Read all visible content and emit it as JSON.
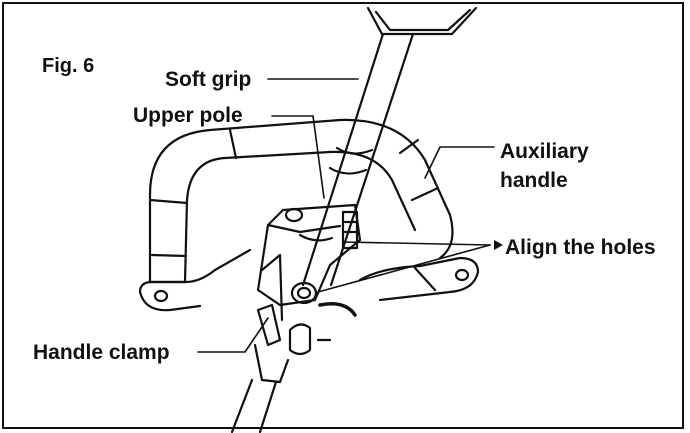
{
  "figure": {
    "number": "Fig. 6",
    "labels": {
      "soft_grip": "Soft grip",
      "upper_pole": "Upper pole",
      "auxiliary_handle_line1": "Auxiliary",
      "auxiliary_handle_line2": "handle",
      "align_holes": "Align the holes",
      "handle_clamp": "Handle clamp"
    }
  }
}
